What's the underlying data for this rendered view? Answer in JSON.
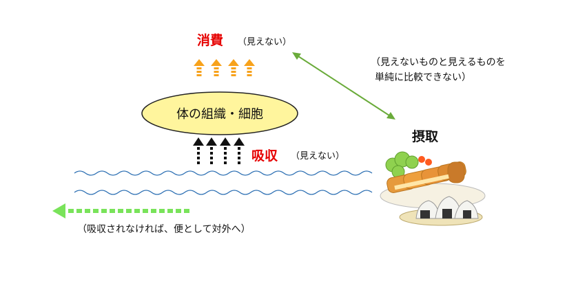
{
  "consume": {
    "title": "消費",
    "note": "（見えない）"
  },
  "tissue": {
    "label": "体の組織・細胞"
  },
  "absorb": {
    "title": "吸収",
    "note": "（見えない）"
  },
  "intake": {
    "title": "摂取"
  },
  "compare": {
    "line1": "（見えないものと見えるものを",
    "line2": "単純に比較できない）"
  },
  "excrete": {
    "note": "（吸収されなければ、便として対外へ）"
  },
  "colors": {
    "red": "#e60000",
    "ellipse_fill": "#fff59d",
    "orange_arrow": "#f7a21b",
    "green_line": "#6aab3a",
    "green_dotted": "#79e35a",
    "wave": "#2c6fb3"
  },
  "icons": [
    "food-icon"
  ]
}
